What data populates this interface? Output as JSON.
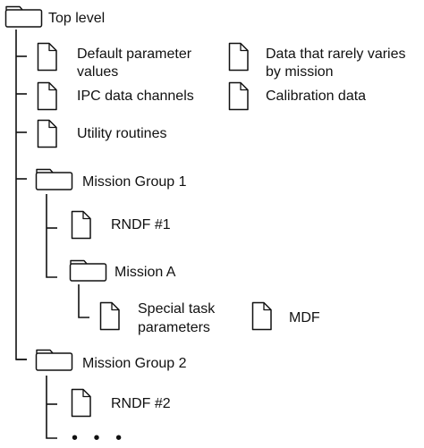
{
  "nodes": {
    "top_level": {
      "label": "Top level",
      "icon": "folder-icon"
    },
    "default_params": {
      "label": [
        "Default parameter",
        "values"
      ],
      "icon": "document-icon"
    },
    "rare_data": {
      "label": [
        "Data that rarely varies",
        "by mission"
      ],
      "icon": "document-icon"
    },
    "ipc": {
      "label": "IPC data channels",
      "icon": "document-icon"
    },
    "calibration": {
      "label": "Calibration data",
      "icon": "document-icon"
    },
    "utility": {
      "label": "Utility routines",
      "icon": "document-icon"
    },
    "mission_group_1": {
      "label": "Mission Group 1",
      "icon": "folder-icon"
    },
    "rndf1": {
      "label": "RNDF #1",
      "icon": "document-icon"
    },
    "mission_a": {
      "label": "Mission A",
      "icon": "folder-icon"
    },
    "special_task": {
      "label": [
        "Special task",
        "parameters"
      ],
      "icon": "document-icon"
    },
    "mdf": {
      "label": "MDF",
      "icon": "document-icon"
    },
    "mission_group_2": {
      "label": "Mission Group 2",
      "icon": "folder-icon"
    },
    "rndf2": {
      "label": "RNDF #2",
      "icon": "document-icon"
    }
  },
  "continuation": {
    "label": "• • •"
  },
  "style": {
    "line_color": "#111111",
    "icon_fill": "#ffffff"
  }
}
